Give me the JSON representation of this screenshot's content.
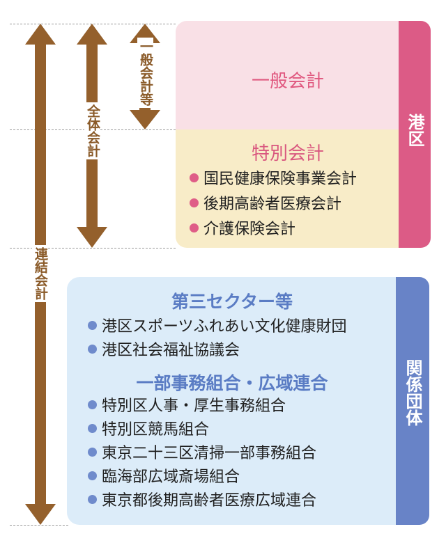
{
  "left_labels": {
    "consolidated": "連結会計",
    "total": "全体会計",
    "general_etc": "一般会計等"
  },
  "minato": {
    "label": "港区",
    "general_account": "一般会計",
    "special_account": {
      "title": "特別会計",
      "items": [
        "国民健康保険事業会計",
        "後期高齢者医療会計",
        "介護保険会計"
      ]
    }
  },
  "related": {
    "label": "関係団体",
    "third_sector": {
      "title": "第三セクター等",
      "items": [
        "港区スポーツふれあい文化健康財団",
        "港区社会福祉協議会"
      ]
    },
    "associations": {
      "title": "一部事務組合・広域連合",
      "items": [
        "特別区人事・厚生事務組合",
        "特別区競馬組合",
        "東京二十三区清掃一部事務組合",
        "臨海部広域斎場組合",
        "東京都後期高齢者医療広域連合"
      ]
    }
  },
  "colors": {
    "arrow": "#94602c",
    "minato_side": "#dc5b86",
    "general_bg": "#f9e0e6",
    "special_bg": "#f8ecc8",
    "related_bg": "#dcecf9",
    "related_side": "#6883c7",
    "pink_title": "#e0587f",
    "special_title": "#d9577f",
    "blue_title": "#5a7cc4"
  }
}
